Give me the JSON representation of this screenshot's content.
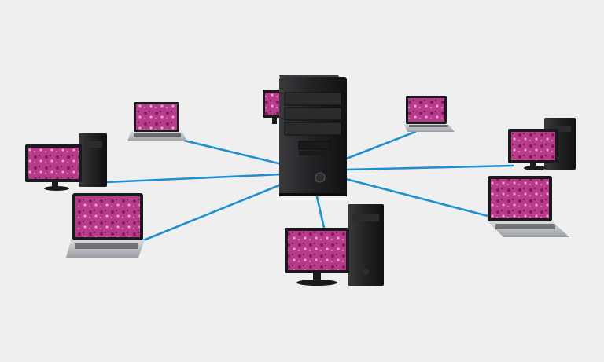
{
  "diagram": {
    "background": "#efefef",
    "link_color": "#1f8fd0",
    "screen_color": "#b83a8a",
    "tower_color": "#1f1f21",
    "laptop_color": "#b9bcc1",
    "hub_icon": "server-tower-icon",
    "nodes": [
      {
        "id": "laptop-top-left",
        "kind": "laptop"
      },
      {
        "id": "desktop-left",
        "kind": "desktop"
      },
      {
        "id": "laptop-bottom-left",
        "kind": "laptop"
      },
      {
        "id": "monitor-behind-server",
        "kind": "monitor"
      },
      {
        "id": "laptop-top-right",
        "kind": "laptop"
      },
      {
        "id": "desktop-right",
        "kind": "desktop"
      },
      {
        "id": "laptop-bottom-right",
        "kind": "laptop"
      },
      {
        "id": "desktop-bottom-center",
        "kind": "desktop"
      }
    ]
  }
}
